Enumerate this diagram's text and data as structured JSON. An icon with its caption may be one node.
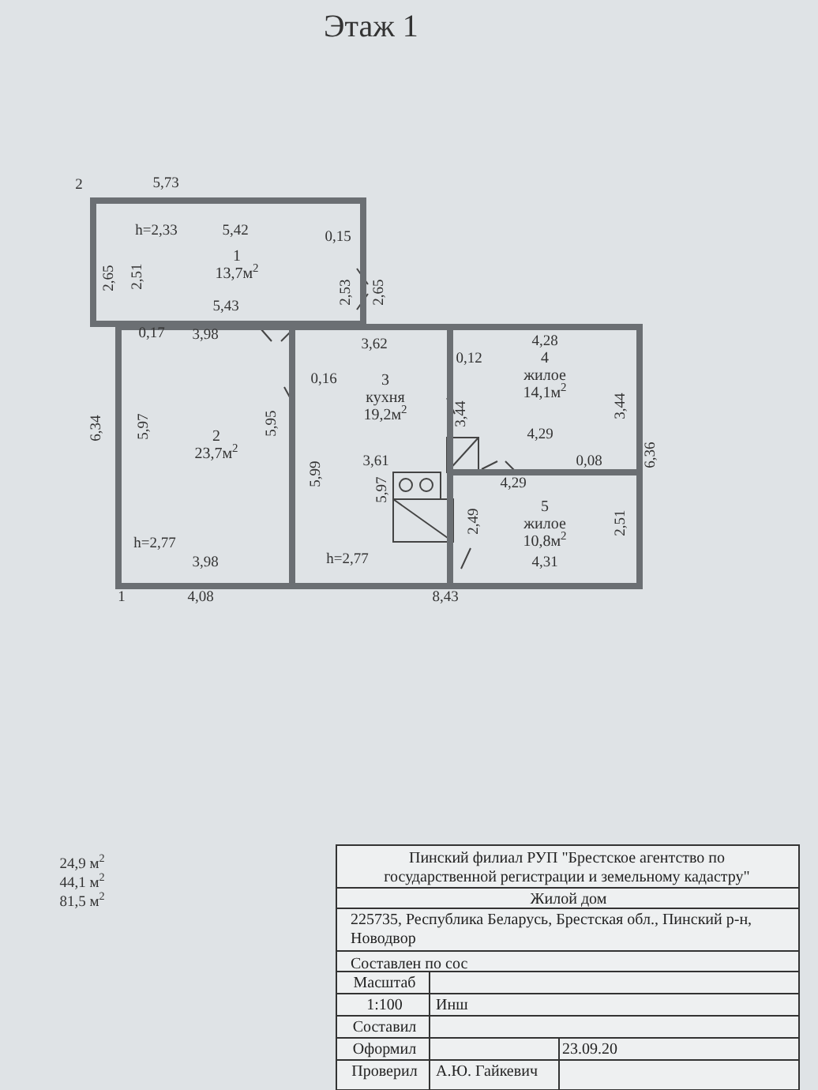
{
  "diagram": {
    "title": "Этаж 1",
    "nodes": [
      {
        "text": [
          "1",
          "13,7м$^{2}$"
        ]
      },
      {
        "text": [
          "2",
          "23,7м$^{2}$"
        ]
      },
      {
        "text": [
          "3",
          "кухня",
          "19,2м$^{2}$"
        ]
      },
      {
        "text": [
          "4",
          "жилое",
          "14,1м$^{2}$"
        ]
      },
      {
        "text": [
          "5",
          "жилое",
          "10,8м$^{2}$"
        ]
      }
    ],
    "labels": [
      "2",
      "5,73",
      "h=2,33",
      "5,42",
      "0,15",
      "2,65",
      "2,51",
      "2,53",
      "2,65",
      "5,43",
      "0,17",
      "3,98",
      "3,62",
      "0,12",
      "4,28",
      "0,16",
      "6,34",
      "5,97",
      "5,95",
      "5,99",
      "3,44",
      "3,44",
      "4,29",
      "3,61",
      "0,08",
      "6,36",
      "5,97",
      "4,29",
      "2,49",
      "2,51",
      "h=2,77",
      "3,98",
      "h=2,77",
      "4,31",
      "1",
      "4,08",
      "8,43",
      "24,9 м$^{2}$",
      "44,1 м$^{2}$",
      "81,5 м$^{2}$",
      "Пинский филиал РУП \"Брестское агентство по государственной регистрации и земельному кадастру\"",
      "Жилой дом",
      "225735, Республика Беларусь, Брестская обл., Пинский р-н, Новодвор",
      "Составлен по сос",
      "Масштаб",
      "1:100",
      "Инш",
      "Составил",
      "Оформил",
      "23.09.20",
      "Проверил",
      "А.Ю. Гайкевич"
    ]
  }
}
